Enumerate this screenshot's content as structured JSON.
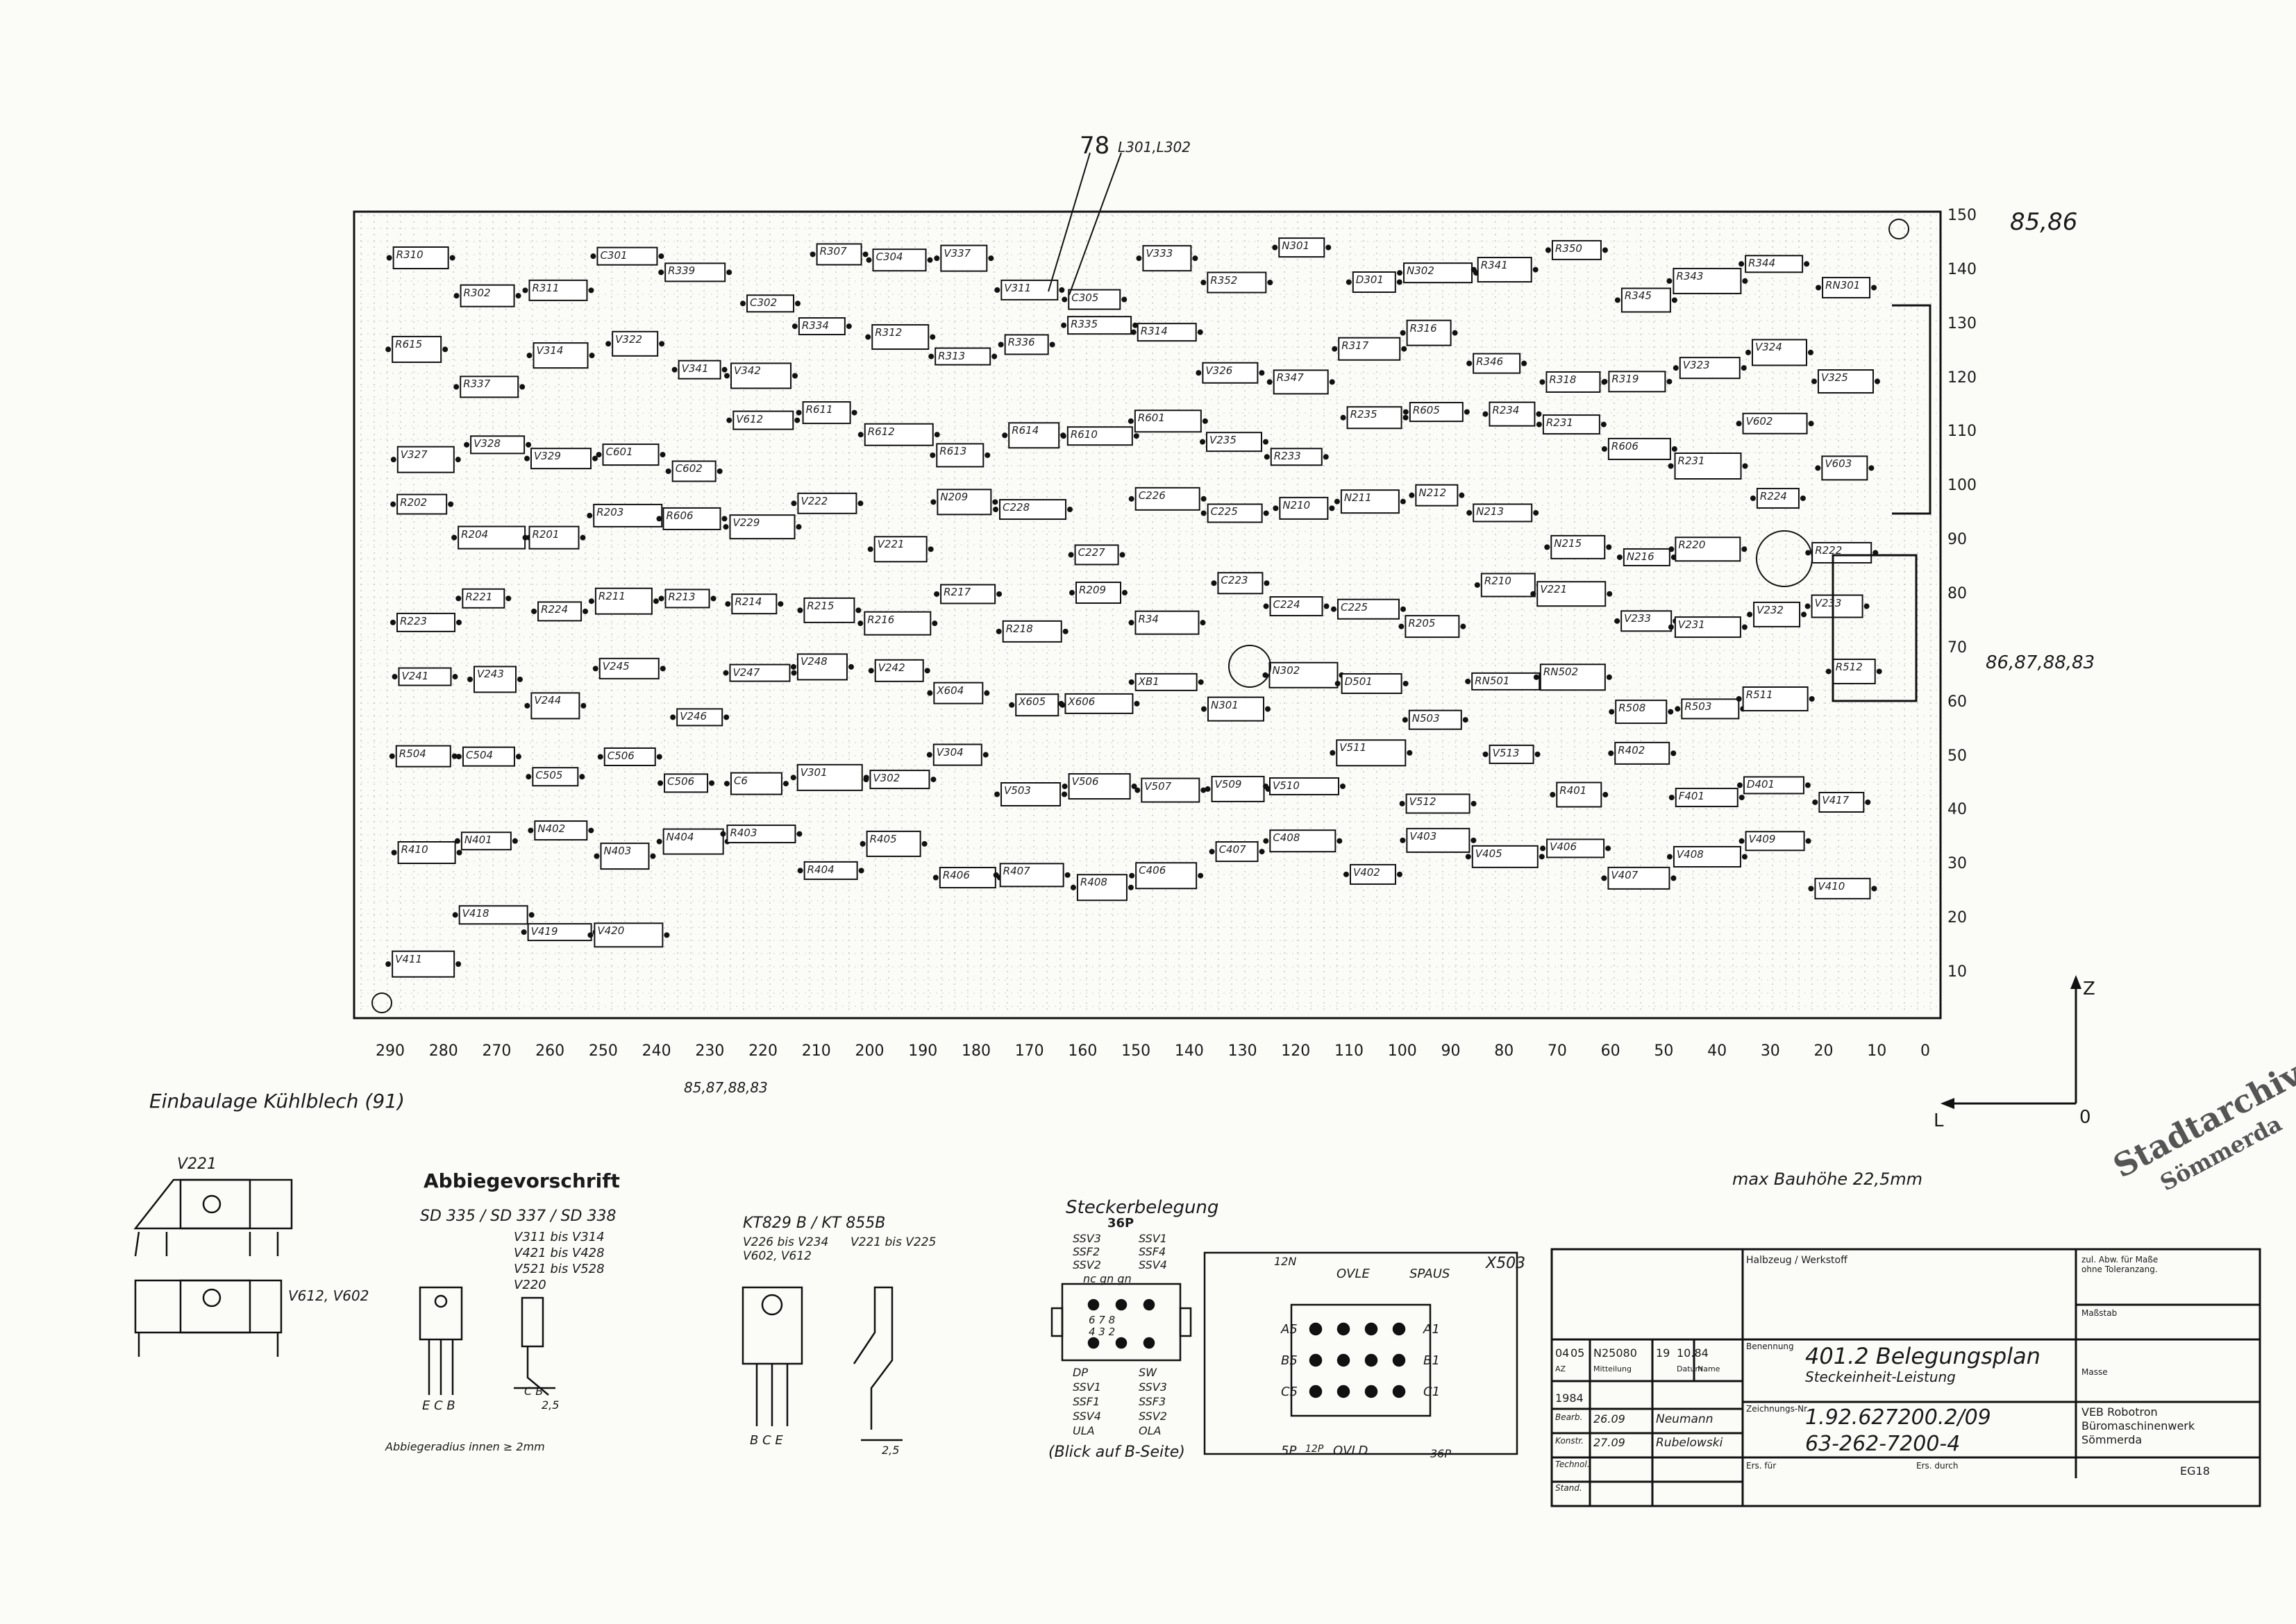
{
  "corner_ref": "85,86",
  "side_ref": "86,87,88,83",
  "bottom_ref": "85,87,88,83",
  "pointer_78": "78",
  "pointer_l301": "L301,L302",
  "x_axis_ticks": [
    "290",
    "280",
    "270",
    "260",
    "250",
    "240",
    "230",
    "220",
    "210",
    "200",
    "190",
    "180",
    "170",
    "160",
    "150",
    "140",
    "130",
    "120",
    "110",
    "100",
    "90",
    "80",
    "70",
    "60",
    "50",
    "40",
    "30",
    "20",
    "10",
    "0"
  ],
  "y_axis_ticks": [
    "150",
    "140",
    "130",
    "120",
    "110",
    "100",
    "90",
    "80",
    "70",
    "60",
    "50",
    "40",
    "30",
    "20",
    "10"
  ],
  "axis_z": "Z",
  "axis_l": "L",
  "axis_0": "0",
  "einbaulage": "Einbaulage Kühlblech (91)",
  "max_bauhohe": "max Bauhöhe 22,5mm",
  "stamp": {
    "line1": "Stadtarchiv",
    "line2": "Sömmerda"
  },
  "component_labels": [
    "R310",
    "R302",
    "R311",
    "C301",
    "R339",
    "C302",
    "R307",
    "C304",
    "V337",
    "V311",
    "C305",
    "V333",
    "R352",
    "N301",
    "D301",
    "N302",
    "R341",
    "R350",
    "R345",
    "R343",
    "R344",
    "RN301",
    "R615",
    "R337",
    "V314",
    "V322",
    "V341",
    "V342",
    "R334",
    "R312",
    "R313",
    "R336",
    "R335",
    "R314",
    "V326",
    "R347",
    "R317",
    "R316",
    "R346",
    "R318",
    "R319",
    "V323",
    "V324",
    "V325",
    "V327",
    "V328",
    "V329",
    "C601",
    "C602",
    "V612",
    "R611",
    "R612",
    "R613",
    "R614",
    "R610",
    "R601",
    "V235",
    "R233",
    "R235",
    "R605",
    "R234",
    "R231",
    "R606",
    "R231",
    "V602",
    "V603",
    "R202",
    "R204",
    "R201",
    "R203",
    "R606",
    "V229",
    "V222",
    "V221",
    "N209",
    "C228",
    "C227",
    "C226",
    "C225",
    "N210",
    "N211",
    "N212",
    "N213",
    "N215",
    "N216",
    "R220",
    "R224",
    "R222",
    "R223",
    "R221",
    "R224",
    "R211",
    "R213",
    "R214",
    "R215",
    "R216",
    "R217",
    "R218",
    "R209",
    "R34",
    "C223",
    "C224",
    "C225",
    "R205",
    "R210",
    "V221",
    "V233",
    "V231",
    "V232",
    "V233",
    "V241",
    "V243",
    "V244",
    "V245",
    "V246",
    "V247",
    "V248",
    "V242",
    "X604",
    "X605",
    "X606",
    "XB1",
    "N301",
    "N302",
    "D501",
    "N503",
    "RN501",
    "RN502",
    "R508",
    "R503",
    "R511",
    "R512",
    "R504",
    "C504",
    "C505",
    "C506",
    "C506",
    "C6",
    "V301",
    "V302",
    "V304",
    "V503",
    "V506",
    "V507",
    "V509",
    "V510",
    "V511",
    "V512",
    "V513",
    "R401",
    "R402",
    "F401",
    "D401",
    "V417",
    "R410",
    "N401",
    "N402",
    "N403",
    "N404",
    "R403",
    "R404",
    "R405",
    "R406",
    "R407",
    "R408",
    "C406",
    "C407",
    "C408",
    "V402",
    "V403",
    "V405",
    "V406",
    "V407",
    "V408",
    "V409",
    "V410",
    "V411",
    "V418",
    "V419",
    "V420"
  ],
  "abbiege": {
    "title": "Abbiegevorschrift",
    "types": "SD 335 / SD 337 / SD 338",
    "applies": [
      "V311 bis V314",
      "V421 bis V428",
      "V521 bis V528",
      "V220"
    ],
    "pins": "E C B",
    "note": "Abbiegeradius innen ≥ 2mm",
    "dim_a": "C B",
    "dim_b": "2,5"
  },
  "kt829": {
    "title": "KT829 B  /  KT 855B",
    "applies_a": "V226 bis V234",
    "applies_b": "V602, V612",
    "applies_c": "V221 bis V225",
    "pins": "B C E",
    "dim": "2,5"
  },
  "v221_label": "V221",
  "v612_label": "V612, V602",
  "stecker": {
    "title": "Steckerbelegung",
    "sub": "36P",
    "left_top": [
      "SSV3",
      "SSF2",
      "SSV2"
    ],
    "right_top": [
      "SSV1",
      "SSF4",
      "SSV4"
    ],
    "row_nc": "nc  gn  gn",
    "mid_codes": "6  7  8",
    "mid_codes2": "4  3  2",
    "left_bot": [
      "DP",
      "SSV1",
      "SSF1",
      "SSV4",
      "ULA"
    ],
    "right_bot": [
      "SW",
      "SSV3",
      "SSF3",
      "SSV2",
      "OLA"
    ],
    "footer": "(Blick auf B-Seite)"
  },
  "x503": {
    "title": "X503",
    "top": [
      "12N",
      "OVLE",
      "SPAUS"
    ],
    "rows": [
      [
        "A5",
        "A1"
      ],
      [
        "B5",
        "B1"
      ],
      [
        "C5",
        "C1"
      ]
    ],
    "bottom": [
      "5P",
      "12P",
      "OVLD",
      "36P"
    ]
  },
  "titleblock": {
    "col_headers": [
      "Halbzeug / Werkstoff",
      "zul. Abw. für Maße ohne Toleranzang."
    ],
    "benennung_label": "Benennung",
    "title": "401.2 Belegungsplan",
    "subtitle": "Steckeinheit-Leistung",
    "zeichnungs_label": "Zeichnungs-Nr.",
    "number1": "1.92.627200.2/09",
    "number2": "63-262-7200-4",
    "ers_fuer": "Ers. für",
    "ers_durch": "Ers. durch",
    "massstab": "Maßstab",
    "masse": "Masse",
    "company1": "VEB Robotron",
    "company2": "Büromaschinenwerk",
    "company3": "Sömmerda",
    "sheet": "EG18",
    "rev_rows": [
      [
        "04",
        "05",
        "N25080",
        "19",
        "10.84",
        ""
      ],
      [
        "AZ",
        "",
        "Mitteilung",
        "",
        "Datum",
        "Name"
      ]
    ],
    "rows": [
      {
        "label": "Bearb.",
        "date": "26.09",
        "name": "Neumann"
      },
      {
        "label": "Konstr.",
        "date": "27.09",
        "name": "Rubelowski"
      },
      {
        "label": "Technol.",
        "date": "",
        "name": ""
      },
      {
        "label": "Stand.",
        "date": "",
        "name": ""
      }
    ],
    "year": "1984"
  }
}
